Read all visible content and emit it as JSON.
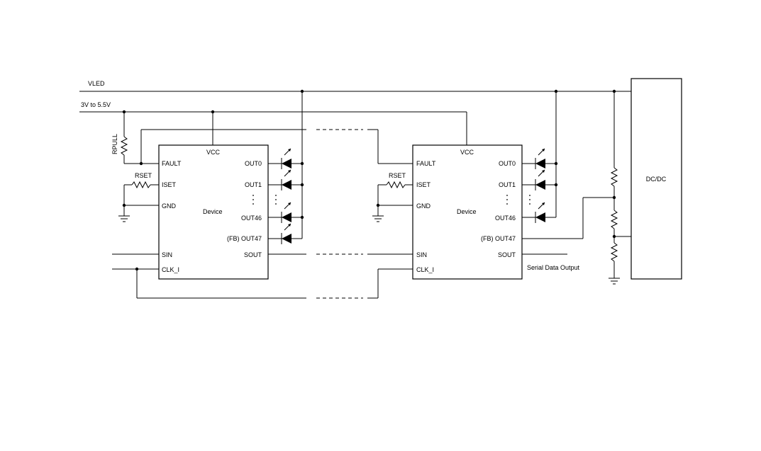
{
  "rails": {
    "vled": "VLED",
    "vcc_range": "3V to 5.5V"
  },
  "devices": [
    {
      "vcc": "VCC",
      "name": "Device",
      "left_pins": [
        "FAULT",
        "ISET",
        "GND",
        "SIN",
        "CLK_I"
      ],
      "right_pins": [
        "OUT0",
        "OUT1",
        "OUT46",
        "(FB) OUT47",
        "SOUT"
      ],
      "rset_label": "RSET",
      "rpull_label": "RPULL"
    },
    {
      "vcc": "VCC",
      "name": "Device",
      "left_pins": [
        "FAULT",
        "ISET",
        "GND",
        "SIN",
        "CLK_I"
      ],
      "right_pins": [
        "OUT0",
        "OUT1",
        "OUT46",
        "(FB) OUT47",
        "SOUT"
      ],
      "rset_label": "RSET"
    }
  ],
  "serial_output_label": "Serial Data Output",
  "converter_label": "DC/DC",
  "icons": [
    "resistor-icon",
    "led-icon",
    "ground-icon"
  ]
}
